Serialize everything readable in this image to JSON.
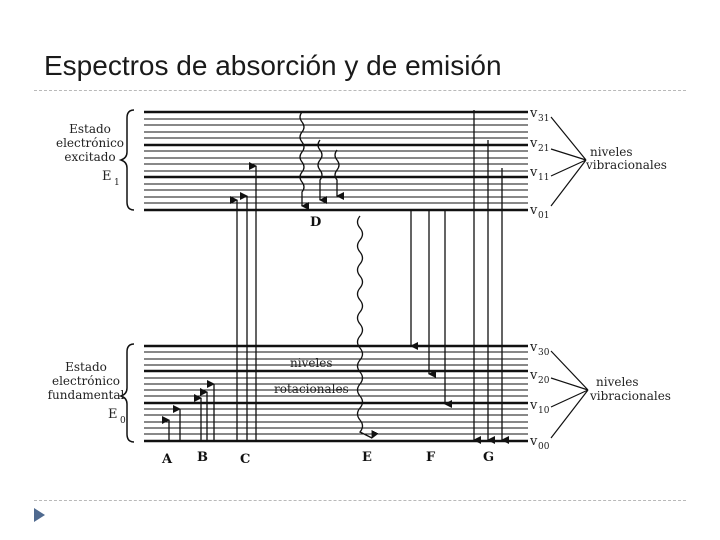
{
  "title": "Espectros de absorción y de emisión",
  "upper_state": {
    "label_lines": [
      "Estado",
      "electrónico",
      "excitado"
    ],
    "energy": "E",
    "energy_sub": "1"
  },
  "lower_state": {
    "label_lines": [
      "Estado",
      "electrónico",
      "fundamental"
    ],
    "energy": "E",
    "energy_sub": "0"
  },
  "upper_levels": [
    {
      "v": "v",
      "sub": "31"
    },
    {
      "v": "v",
      "sub": "21"
    },
    {
      "v": "v",
      "sub": "11"
    },
    {
      "v": "v",
      "sub": "01"
    }
  ],
  "lower_levels": [
    {
      "v": "v",
      "sub": "30"
    },
    {
      "v": "v",
      "sub": "20"
    },
    {
      "v": "v",
      "sub": "10"
    },
    {
      "v": "v",
      "sub": "00"
    }
  ],
  "vib_label_upper": [
    "niveles",
    "vibracionales"
  ],
  "vib_label_lower": [
    "niveles",
    "vibracionales"
  ],
  "rot_label": [
    "niveles",
    "rotacionales"
  ],
  "transitions": [
    "A",
    "B",
    "C",
    "D",
    "E",
    "F",
    "G"
  ],
  "colors": {
    "line": "#111111",
    "title": "#1a1a1a",
    "bullet": "#4f6a8f",
    "rule": "#b9b9b9"
  }
}
